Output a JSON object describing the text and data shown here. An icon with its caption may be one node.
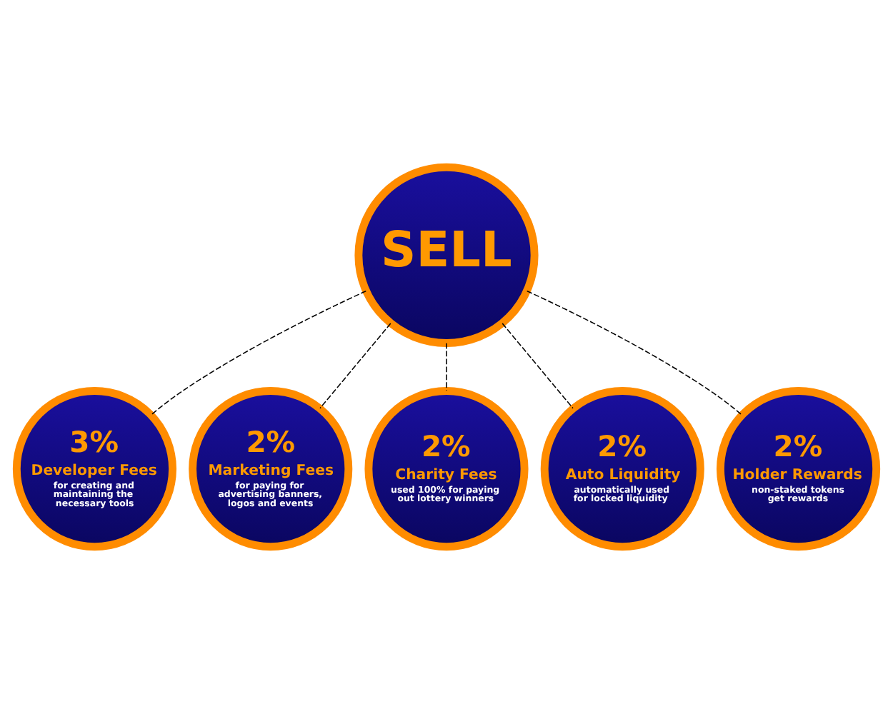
{
  "diagram": {
    "nodes": [
      {
        "text": [
          "SELL"
        ]
      },
      {
        "text": [
          "3%",
          "Developer Fees",
          "for creating and maintaining the necessary tools"
        ]
      },
      {
        "text": [
          "2%",
          "Marketing Fees",
          "for paying for advertising banners, logos and events"
        ]
      },
      {
        "text": [
          "2%",
          "Charity Fees",
          "used 100% for paying out lottery winners"
        ]
      },
      {
        "text": [
          "2%",
          "Auto Liquidity",
          "automatically used for locked liquidity"
        ]
      },
      {
        "text": [
          "2%",
          "Holder Rewards",
          "non-staked tokens get rewards"
        ]
      }
    ],
    "edges": [
      {
        "from": 0,
        "to": 1,
        "arrow": "none",
        "style": "dashed"
      },
      {
        "from": 0,
        "to": 2,
        "arrow": "none",
        "style": "dashed"
      },
      {
        "from": 0,
        "to": 3,
        "arrow": "none",
        "style": "dashed"
      },
      {
        "from": 0,
        "to": 4,
        "arrow": "none",
        "style": "dashed"
      },
      {
        "from": 0,
        "to": 5,
        "arrow": "none",
        "style": "dashed"
      }
    ]
  }
}
